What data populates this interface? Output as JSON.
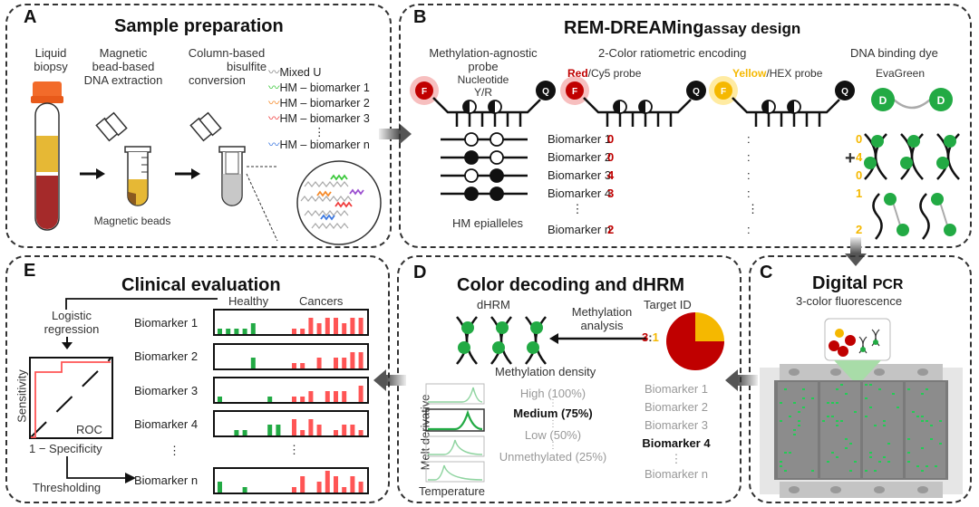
{
  "panelA": {
    "letter": "A",
    "title": "Sample preparation",
    "step1": [
      "Liquid",
      "biopsy"
    ],
    "step2": [
      "Magnetic",
      "bead-based",
      "DNA extraction"
    ],
    "step3": [
      "Column-based",
      "bisulfite",
      "conversion"
    ],
    "beads_label": "Magnetic beads",
    "legend": [
      {
        "label": "Mixed U",
        "color": "#888888"
      },
      {
        "label": "HM – biomarker 1",
        "color": "#3cc83c"
      },
      {
        "label": "HM – biomarker 2",
        "color": "#f58a2a"
      },
      {
        "label": "HM – biomarker 3",
        "color": "#f03c3c"
      },
      {
        "label": "⋮",
        "color": ""
      },
      {
        "label": "HM – biomarker n",
        "color": "#3c78e0"
      }
    ]
  },
  "panelB": {
    "letter": "B",
    "title_a": "REM-DREAMing",
    "title_b": "assay design",
    "col1": [
      "Methylation-agnostic",
      "probe"
    ],
    "nucleotide": [
      "Nucleotide",
      "Y/R"
    ],
    "col2": "2-Color ratiometric encoding",
    "red_probe_a": "Red",
    "red_probe_b": "/Cy5 probe",
    "yellow_probe_a": "Yellow",
    "yellow_probe_b": "/HEX probe",
    "col3": "DNA binding dye",
    "dye": "EvaGreen",
    "epialleles": "HM epialleles",
    "fluor": "F",
    "quencher": "Q",
    "dye_letter": "D",
    "plus": "+",
    "rows": [
      {
        "label": "Biomarker 1",
        "red": "0",
        "sep": ":",
        "yellow": "0"
      },
      {
        "label": "Biomarker 2",
        "red": "0",
        "sep": ":",
        "yellow": "4"
      },
      {
        "label": "Biomarker 3",
        "red": "4",
        "sep": ":",
        "yellow": "0"
      },
      {
        "label": "Biomarker 4",
        "red": "3",
        "sep": ":",
        "yellow": "1"
      },
      {
        "label": "⋮",
        "red": "",
        "sep": "⋮",
        "yellow": ""
      },
      {
        "label": "Biomarker n",
        "red": "2",
        "sep": ":",
        "yellow": "2"
      }
    ]
  },
  "panelC": {
    "letter": "C",
    "title_a": "Digital",
    "title_b": "PCR",
    "subtitle": "3-color fluorescence"
  },
  "panelD": {
    "letter": "D",
    "title": "Color decoding and dHRM",
    "dhrm": "dHRM",
    "analysis": [
      "Methylation",
      "analysis"
    ],
    "target_id": "Target ID",
    "ratio_red": "3",
    "ratio_sep": ":",
    "ratio_yellow": "1",
    "pie": {
      "red_fraction": 0.75,
      "yellow_fraction": 0.25
    },
    "density_label": "Methylation density",
    "ylabel": "Melt derivative",
    "xlabel": "Temperature",
    "levels": [
      "High (100%)",
      "Medium (75%)",
      "Low (50%)",
      "Unmethylated (25%)"
    ],
    "selected_level": 1,
    "biomarkers": [
      "Biomarker 1",
      "Biomarker 2",
      "Biomarker 3",
      "Biomarker 4",
      "⋮",
      "Biomarker n"
    ],
    "selected_biomarker": 3
  },
  "panelE": {
    "letter": "E",
    "title": "Clinical evaluation",
    "healthy": "Healthy",
    "cancers": "Cancers",
    "logistic": [
      "Logistic",
      "regression"
    ],
    "sensitivity": "Sensitivity",
    "specificity": "1 − Specificity",
    "roc": "ROC",
    "thresholding": "Thresholding",
    "biomarkers": [
      {
        "label": "Biomarker 1",
        "healthy": [
          1,
          1,
          1,
          1,
          2,
          0,
          0,
          0,
          0
        ],
        "cancer": [
          1,
          1,
          3,
          2,
          3,
          3,
          2,
          3,
          3
        ]
      },
      {
        "label": "Biomarker 2",
        "healthy": [
          0,
          0,
          0,
          0,
          2,
          0,
          0,
          0,
          0
        ],
        "cancer": [
          1,
          1,
          0,
          2,
          0,
          2,
          2,
          3,
          3
        ]
      },
      {
        "label": "Biomarker 3",
        "healthy": [
          1,
          0,
          0,
          0,
          0,
          0,
          1,
          0,
          0
        ],
        "cancer": [
          1,
          1,
          2,
          0,
          2,
          2,
          2,
          0,
          3
        ]
      },
      {
        "label": "Biomarker 4",
        "healthy": [
          0,
          0,
          1,
          1,
          0,
          0,
          2,
          2,
          0
        ],
        "cancer": [
          3,
          1,
          3,
          2,
          0,
          1,
          2,
          2,
          1
        ]
      },
      {
        "label": "Biomarker n",
        "healthy": [
          2,
          0,
          0,
          1,
          0,
          0,
          0,
          0,
          0
        ],
        "cancer": [
          1,
          3,
          0,
          2,
          4,
          3,
          1,
          3,
          2
        ]
      }
    ],
    "vdots": "⋮"
  },
  "colors": {
    "red": "#c00000",
    "yellow": "#f5b800",
    "green": "#22aa44",
    "bar_red": "#ff5555",
    "bar_green": "#22aa44"
  }
}
